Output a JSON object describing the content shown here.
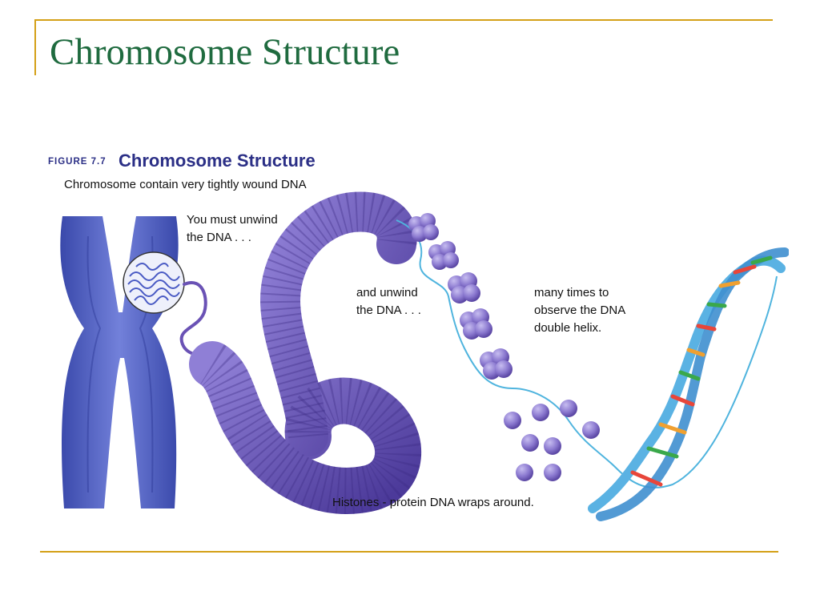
{
  "slide": {
    "title": "Chromosome Structure"
  },
  "figure": {
    "label": "FIGURE 7.7",
    "title": "Chromosome Structure",
    "subtitle": "Chromosome contain very tightly wound DNA",
    "callouts": [
      {
        "line1": "You must unwind",
        "line2": "the DNA . . ."
      },
      {
        "line1": "and unwind",
        "line2": "the DNA . . ."
      },
      {
        "line1": "many times to",
        "line2": "observe the DNA",
        "line3": "double helix."
      },
      {
        "line1": "Histones - protein DNA wraps around."
      }
    ]
  },
  "colors": {
    "title": "#1f6b3f",
    "accent_line": "#d4a017",
    "figure_title": "#2b2f86",
    "chromosome": "#4a5bc4",
    "chromatin": "#6a52b5",
    "histone": "#8a78cf",
    "helix_backbone": "#5ab2e3"
  },
  "icons": [
    "chromosome-illustration",
    "magnifier-circle",
    "coiled-chromatin",
    "nucleosome-cluster",
    "histone-bead",
    "dna-double-helix"
  ]
}
